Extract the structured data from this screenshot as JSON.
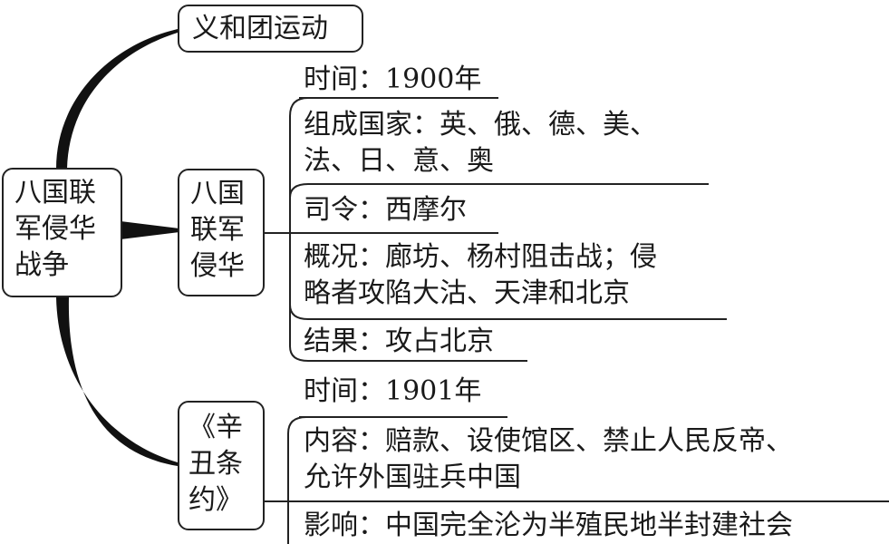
{
  "root": {
    "lines": [
      "八国联",
      "军侵华",
      "战争"
    ]
  },
  "branch_boxer": {
    "label": "义和团运动"
  },
  "branch_invasion": {
    "lines": [
      "八国",
      "联军",
      "侵华"
    ],
    "items": [
      {
        "lines": [
          "时间：1900年"
        ]
      },
      {
        "lines": [
          "组成国家：英、俄、德、美、",
          "法、日、意、奥"
        ]
      },
      {
        "lines": [
          "司令：西摩尔"
        ]
      },
      {
        "lines": [
          "概况：廊坊、杨村阻击战；侵",
          "略者攻陷大沽、天津和北京"
        ]
      },
      {
        "lines": [
          "结果：攻占北京"
        ]
      }
    ]
  },
  "branch_treaty": {
    "lines": [
      "《辛",
      "丑条",
      "约》"
    ],
    "items": [
      {
        "lines": [
          "时间：1901年"
        ]
      },
      {
        "lines": [
          "内容：赔款、设使馆区、禁止人民反帝、",
          "允许外国驻兵中国"
        ]
      },
      {
        "lines": [
          "影响：中国完全沦为半殖民地半封建社会"
        ]
      }
    ]
  }
}
